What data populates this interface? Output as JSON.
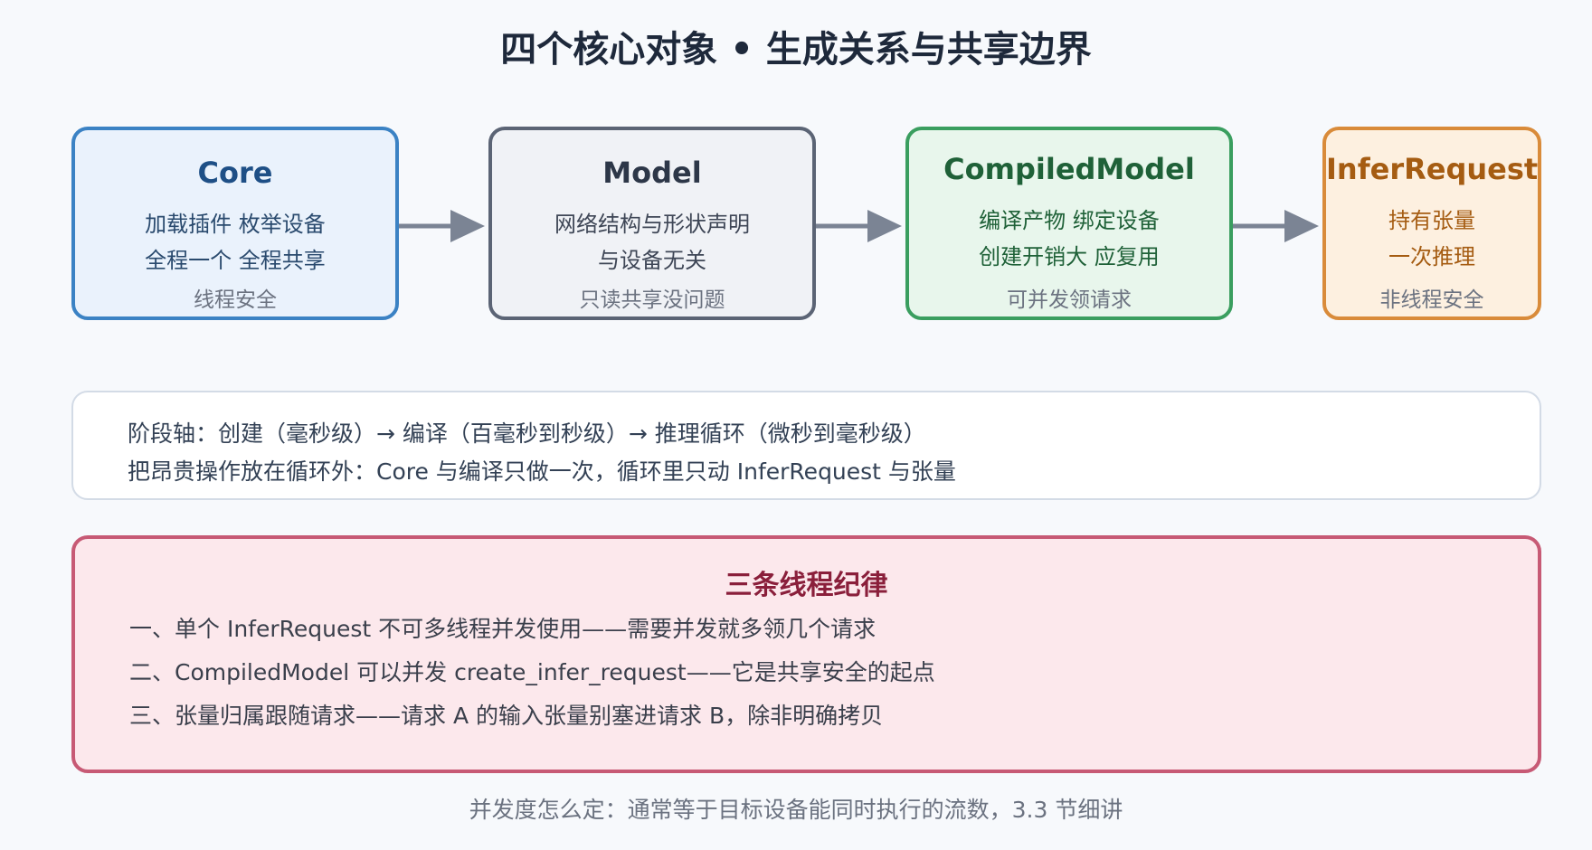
{
  "title": "四个核心对象 • 生成关系与共享边界",
  "objects": [
    {
      "name": "Core",
      "line1": "加载插件 枚举设备",
      "line2": "全程一个 全程共享",
      "note": "线程安全"
    },
    {
      "name": "Model",
      "line1": "网络结构与形状声明",
      "line2": "与设备无关",
      "note": "只读共享没问题"
    },
    {
      "name": "CompiledModel",
      "line1": "编译产物 绑定设备",
      "line2": "创建开销大 应复用",
      "note": "可并发领请求"
    },
    {
      "name": "InferRequest",
      "line1": "持有张量",
      "line2": "一次推理",
      "note": "非线程安全"
    }
  ],
  "phase": {
    "line1": "阶段轴：创建（毫秒级）→ 编译（百毫秒到秒级）→ 推理循环（微秒到毫秒级）",
    "line2": "把昂贵操作放在循环外：Core 与编译只做一次，循环里只动 InferRequest 与张量"
  },
  "rules": {
    "title": "三条线程纪律",
    "items": [
      "一、单个 InferRequest 不可多线程并发使用——需要并发就多领几个请求",
      "二、CompiledModel 可以并发 create_infer_request——它是共享安全的起点",
      "三、张量归属跟随请求——请求 A 的输入张量别塞进请求 B，除非明确拷贝"
    ]
  },
  "footer": "并发度怎么定：通常等于目标设备能同时执行的流数，3.3 节细讲",
  "colors": {
    "core": "#3b82c4",
    "model": "#5b6475",
    "compiled": "#3a9e5f",
    "infer": "#d98b3a",
    "arrow": "#7b8494",
    "rules_border": "#c75a75"
  }
}
